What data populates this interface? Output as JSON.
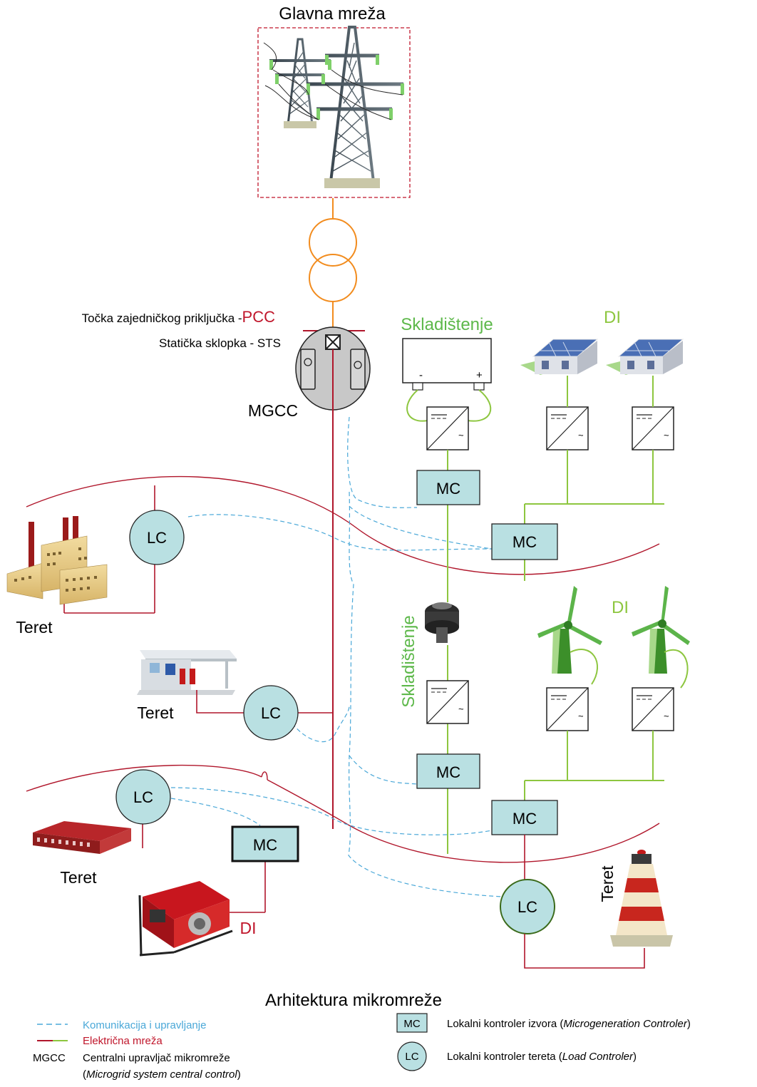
{
  "title_main_grid": "Glavna mreža",
  "pcc_label_prefix": "Točka zajedničkog priključka -",
  "pcc_label_abbr": "PCC",
  "sts_label": "Statička sklopka - STS",
  "mgcc_label": "MGCC",
  "storage_label_top": "Skladištenje",
  "storage_label_mid": "Skladištenje",
  "di_label_pv": "DI",
  "di_label_wind": "DI",
  "di_label_generator": "DI",
  "mc_label": "MC",
  "lc_label": "LC",
  "load_label_factory": "Teret",
  "load_label_station": "Teret",
  "load_label_warehouse": "Teret",
  "load_label_lighthouse": "Teret",
  "battery_minus": "-",
  "battery_plus": "+",
  "converter_ac_symbol": "~",
  "caption": "Arhitektura mikromreže",
  "legend": {
    "comm": "Komunikacija i upravljanje",
    "power": "Električna mreža",
    "mgcc_abbr": "MGCC",
    "mgcc_desc": "Centralni upravljač mikromreže",
    "mgcc_desc_en": "Microgrid system central control",
    "mc_box": "MC",
    "mc_desc": "Lokalni kontroler izvora",
    "mc_desc_en": "Microgeneration Controler",
    "lc_circle": "LC",
    "lc_desc": "Lokalni kontroler tereta",
    "lc_desc_en": "Load Controler"
  },
  "colors": {
    "power_line": "#b0162b",
    "dg_line": "#8dc63f",
    "comm_line": "#4aa8d8",
    "controller_fill": "#b9e0e2",
    "transformer": "#f28c1e",
    "green_text": "#5db84a",
    "red_text": "#c0162b"
  }
}
